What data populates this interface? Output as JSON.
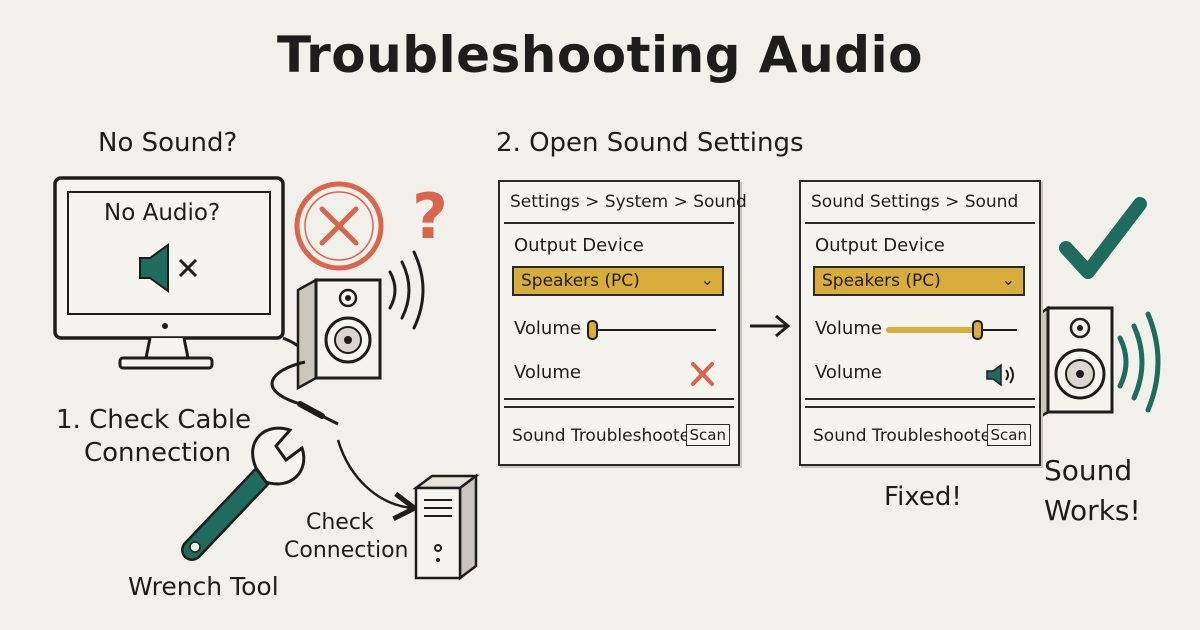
{
  "title": "Troubleshooting Audio",
  "left": {
    "heading": "No Sound?",
    "monitor_text": "No Audio?",
    "step1": [
      "1. Check Cable",
      "Connection"
    ],
    "wrench_label": "Wrench Tool",
    "check_label": [
      "Check",
      "Connection"
    ]
  },
  "step2": {
    "heading": "2. Open Sound Settings"
  },
  "panel_before": {
    "breadcrumb": "Settings > System > Sound",
    "output_label": "Output Device",
    "device": "Speakers (PC)",
    "volume_label": "Volume",
    "volume_label2": "Volume",
    "volume_level": 0.0,
    "troubleshooter_label": "Sound Troubleshooter",
    "scan_label": "Scan"
  },
  "panel_after": {
    "breadcrumb": "Sound Settings > Sound",
    "output_label": "Output Device",
    "device": "Speakers (PC)",
    "volume_label": "Volume",
    "volume_label2": "Volume",
    "volume_level": 0.7,
    "troubleshooter_label": "Sound Troubleshooter",
    "scan_label": "Scan"
  },
  "result": {
    "fixed": "Fixed!",
    "sound_works": [
      "Sound",
      "Works!"
    ]
  },
  "colors": {
    "ink": "#1d1d1b",
    "error": "#d9654e",
    "teal": "#1f6b5e",
    "dropdown": "#d9ad3c",
    "background": "#f2f0ea"
  }
}
